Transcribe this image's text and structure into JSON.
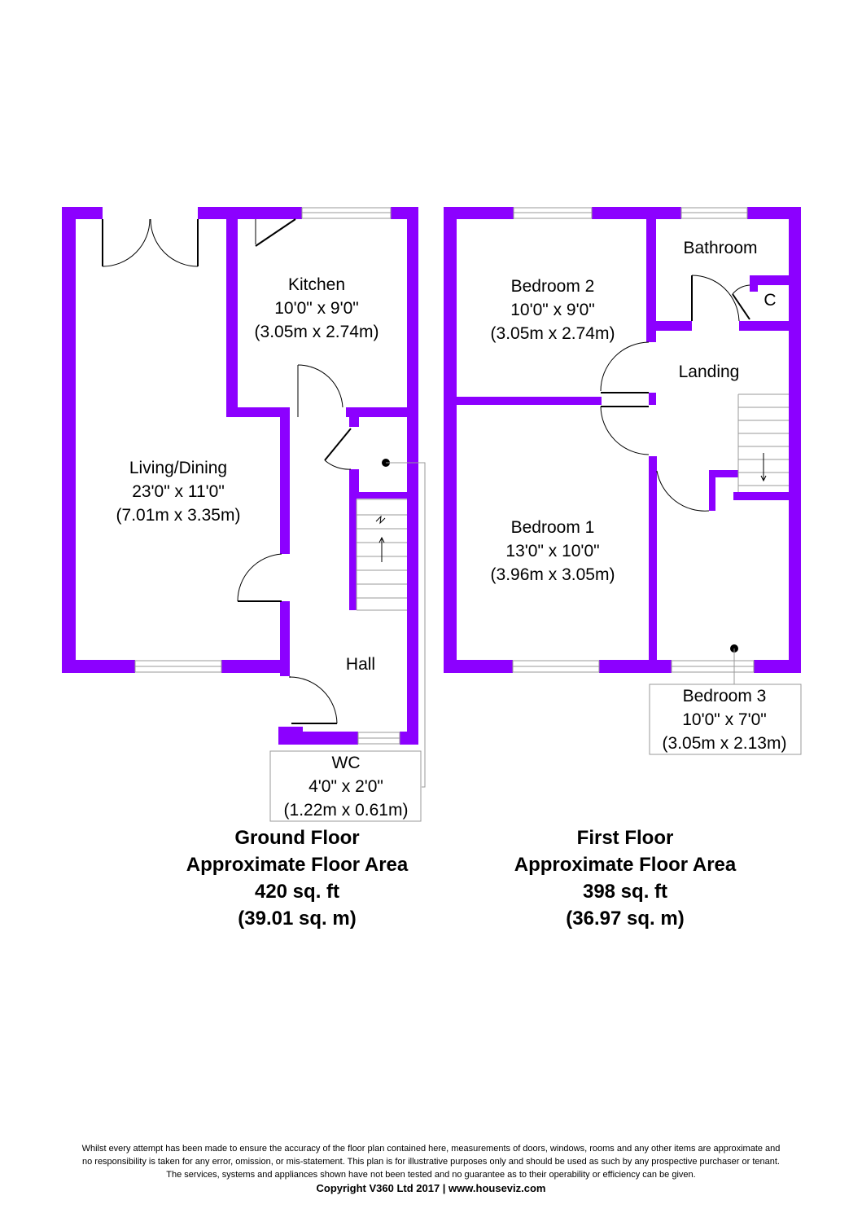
{
  "colors": {
    "wall": "#8c00ff",
    "line": "#000000",
    "window": "#999999",
    "background": "#ffffff"
  },
  "ground_floor": {
    "rooms": {
      "living": {
        "name": "Living/Dining",
        "imperial": "23'0\" x 11'0\"",
        "metric": "(7.01m x 3.35m)"
      },
      "kitchen": {
        "name": "Kitchen",
        "imperial": "10'0\" x 9'0\"",
        "metric": "(3.05m x 2.74m)"
      },
      "hall": {
        "name": "Hall"
      },
      "wc": {
        "name": "WC",
        "imperial": "4'0\" x 2'0\"",
        "metric": "(1.22m x 0.61m)"
      }
    },
    "area": {
      "title": "Ground Floor",
      "subtitle": "Approximate Floor Area",
      "sq_ft": "420 sq. ft",
      "sq_m": "(39.01 sq. m)"
    }
  },
  "first_floor": {
    "rooms": {
      "bedroom2": {
        "name": "Bedroom 2",
        "imperial": "10'0\" x 9'0\"",
        "metric": "(3.05m x 2.74m)"
      },
      "bathroom": {
        "name": "Bathroom"
      },
      "cupboard": {
        "name": "C"
      },
      "landing": {
        "name": "Landing"
      },
      "bedroom1": {
        "name": "Bedroom 1",
        "imperial": "13'0\" x 10'0\"",
        "metric": "(3.96m x 3.05m)"
      },
      "bedroom3": {
        "name": "Bedroom 3",
        "imperial": "10'0\" x 7'0\"",
        "metric": "(3.05m x 2.13m)"
      }
    },
    "area": {
      "title": "First Floor",
      "subtitle": "Approximate Floor Area",
      "sq_ft": "398 sq. ft",
      "sq_m": "(36.97 sq. m)"
    }
  },
  "disclaimer": {
    "line1": "Whilst every attempt has been made to ensure the accuracy of the floor plan contained here, measurements of doors, windows, rooms and any other items are approximate and",
    "line2": "no responsibility is taken for any error, omission, or mis-statement. This plan is for illustrative purposes only and should be used as such by any prospective purchaser or tenant.",
    "line3": "The services, systems and appliances shown have not been tested and no guarantee as to their operability or efficiency can be given.",
    "copyright": "Copyright V360 Ltd 2017 | www.houseviz.com"
  }
}
